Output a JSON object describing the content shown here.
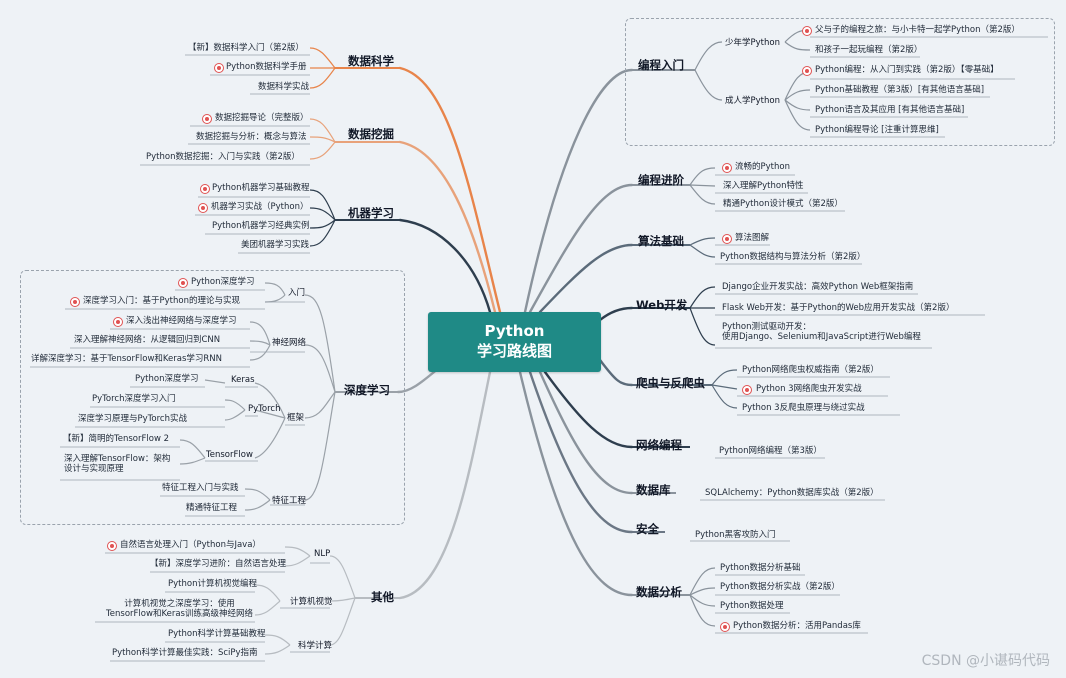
{
  "center": {
    "line1": "Python",
    "line2": "学习路线图"
  },
  "watermark": "CSDN @小谌码代码",
  "left": {
    "data_science": {
      "title": "数据科学",
      "items": [
        "【新】数据科学入门（第2版）",
        "Python数据科学手册",
        "数据科学实战"
      ]
    },
    "data_mining": {
      "title": "数据挖掘",
      "items": [
        "数据挖掘导论（完整版）",
        "数据挖掘与分析：概念与算法",
        "Python数据挖掘：入门与实践（第2版）"
      ]
    },
    "machine_learning": {
      "title": "机器学习",
      "items": [
        "Python机器学习基础教程",
        "机器学习实战（Python）",
        "Python机器学习经典实例",
        "美团机器学习实践"
      ]
    },
    "deep_learning": {
      "title": "深度学习",
      "intro": {
        "title": "入门",
        "items": [
          "Python深度学习",
          "深度学习入门：基于Python的理论与实现"
        ]
      },
      "nn": {
        "title": "神经网络",
        "items": [
          "深入浅出神经网络与深度学习",
          "深入理解神经网络：从逻辑回归到CNN",
          "详解深度学习：基于TensorFlow和Keras学习RNN"
        ]
      },
      "framework": {
        "title": "框架",
        "keras": {
          "title": "Keras",
          "items": [
            "Python深度学习"
          ]
        },
        "pytorch": {
          "title": "PyTorch",
          "items": [
            "PyTorch深度学习入门",
            "深度学习原理与PyTorch实战"
          ]
        },
        "tensorflow": {
          "title": "TensorFlow",
          "items": [
            "【新】简明的TensorFlow 2",
            "深入理解TensorFlow：架构\n设计与实现原理"
          ]
        }
      },
      "feature": {
        "title": "特征工程",
        "items": [
          "特征工程入门与实践",
          "精通特征工程"
        ]
      }
    },
    "other": {
      "title": "其他",
      "nlp": {
        "title": "NLP",
        "items": [
          "自然语言处理入门（Python与Java）",
          "【新】深度学习进阶：自然语言处理"
        ]
      },
      "cv": {
        "title": "计算机视觉",
        "items": [
          "Python计算机视觉编程",
          "计算机视觉之深度学习：使用\nTensorFlow和Keras训练高级神经网络"
        ]
      },
      "sci": {
        "title": "科学计算",
        "items": [
          "Python科学计算基础教程",
          "Python科学计算最佳实践：SciPy指南"
        ]
      }
    }
  },
  "right": {
    "intro": {
      "title": "编程入门",
      "kids": {
        "title": "少年学Python",
        "items": [
          "父与子的编程之旅：与小卡特一起学Python（第2版）",
          "和孩子一起玩编程（第2版）"
        ]
      },
      "adult": {
        "title": "成人学Python",
        "items": [
          "Python编程：从入门到实践（第2版）【零基础】",
          "Python基础教程（第3版）[有其他语言基础]",
          "Python语言及其应用 [有其他语言基础]",
          "Python编程导论 [注重计算思维]"
        ]
      }
    },
    "advanced": {
      "title": "编程进阶",
      "items": [
        "流畅的Python",
        "深入理解Python特性",
        "精通Python设计模式（第2版）"
      ]
    },
    "algorithm": {
      "title": "算法基础",
      "items": [
        "算法图解",
        "Python数据结构与算法分析（第2版）"
      ]
    },
    "web": {
      "title": "Web开发",
      "items": [
        "Django企业开发实战：高效Python Web框架指南",
        "Flask Web开发：基于Python的Web应用开发实战（第2版）",
        "Python测试驱动开发：\n使用Django、Selenium和JavaScript进行Web编程"
      ]
    },
    "crawler": {
      "title": "爬虫与反爬虫",
      "items": [
        "Python网络爬虫权威指南（第2版）",
        "Python 3网络爬虫开发实战",
        "Python 3反爬虫原理与绕过实战"
      ]
    },
    "network": {
      "title": "网络编程",
      "items": [
        "Python网络编程（第3版）"
      ]
    },
    "database": {
      "title": "数据库",
      "items": [
        "SQLAlchemy：Python数据库实战（第2版）"
      ]
    },
    "security": {
      "title": "安全",
      "items": [
        "Python黑客攻防入门"
      ]
    },
    "analysis": {
      "title": "数据分析",
      "items": [
        "Python数据分析基础",
        "Python数据分析实战（第2版）",
        "Python数据处理",
        "Python数据分析：活用Pandas库"
      ]
    }
  },
  "colors": {
    "center": "#1f8a86",
    "orange": "#e8844a",
    "dark": "#2e3e4e",
    "gray": "#8a939c",
    "star": "#e05252"
  },
  "marker": "star-icon"
}
